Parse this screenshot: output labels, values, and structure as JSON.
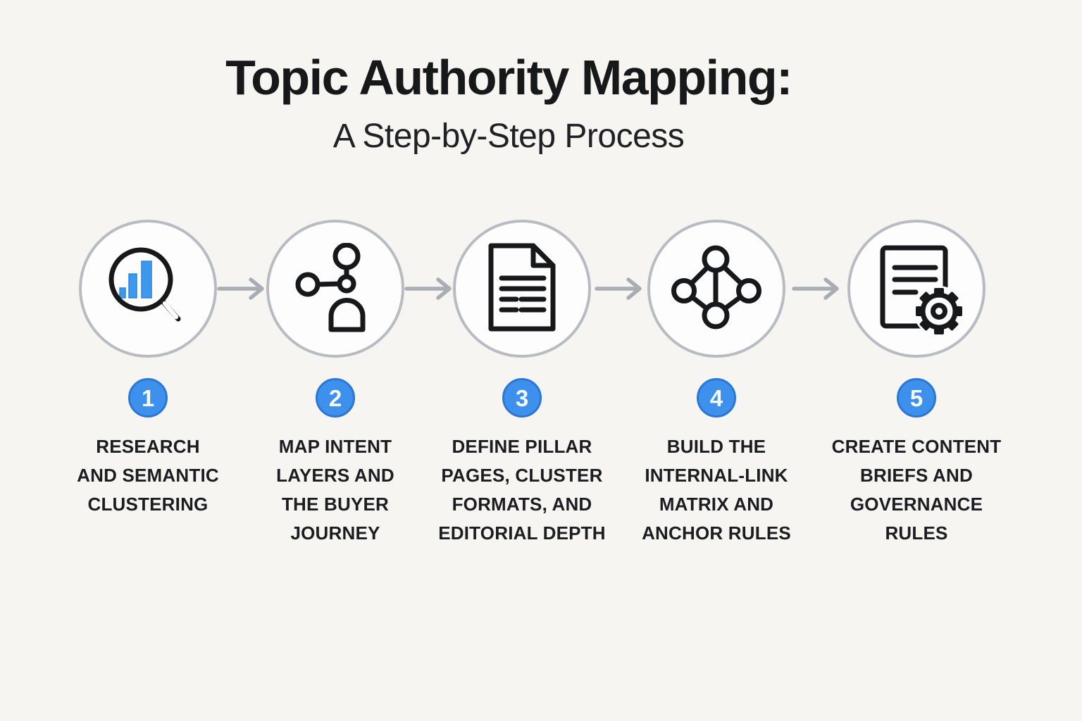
{
  "header": {
    "title": "Topic Authority Mapping:",
    "subtitle": "A Step-by-Step Process"
  },
  "colors": {
    "background": "#f7f5f2",
    "accent_blue": "#3d91ec",
    "accent_blue_dark": "#2b77d3",
    "bar_chart_blue": "#3b99ee",
    "circle_stroke_gray": "#b8bcc2",
    "arrow_gray": "#a9aeb5",
    "icon_stroke": "#17181a",
    "text": "#1c1d21"
  },
  "steps": [
    {
      "number": "1",
      "icon": "search-bar-chart-icon",
      "label": "RESEARCH\nAND SEMANTIC\nCLUSTERING"
    },
    {
      "number": "2",
      "icon": "intent-nodes-buyer-icon",
      "label": "MAP INTENT\nLAYERS AND\nTHE BUYER\nJOURNEY"
    },
    {
      "number": "3",
      "icon": "pillar-page-document-icon",
      "label": "DEFINE PILLAR\nPAGES, CLUSTER\nFORMATS, AND\nEDITORIAL DEPTH"
    },
    {
      "number": "4",
      "icon": "link-matrix-network-icon",
      "label": "BUILD THE\nINTERNAL-LINK\nMATRIX AND\nANCHOR RULES"
    },
    {
      "number": "5",
      "icon": "content-brief-gear-icon",
      "label": "CREATE CONTENT\nBRIEFS AND\nGOVERNANCE\nRULES"
    }
  ]
}
